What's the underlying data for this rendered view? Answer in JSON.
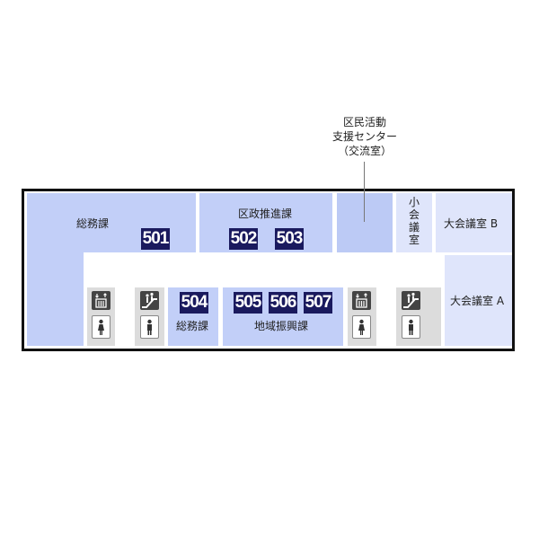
{
  "callout": {
    "line1": "区民活動",
    "line2": "支援センター",
    "line3": "（交流室）"
  },
  "rooms": {
    "soumu_top": "総務課",
    "kusei": "区政推進課",
    "small_meeting": "小\n会\n議\n室",
    "small_meeting_chars": [
      "小",
      "会",
      "議",
      "室"
    ],
    "large_b": "大会議室 B",
    "large_a": "大会議室 A",
    "soumu_504": "総務課",
    "chiiki": "地域振興課"
  },
  "numbers": [
    "501",
    "502",
    "503",
    "504",
    "505",
    "506",
    "507"
  ],
  "icons": [
    "elevator-icon",
    "escalator-icon",
    "womens-restroom-icon",
    "mens-restroom-icon"
  ],
  "colors": {
    "room": "#c2cff8",
    "light_room": "#dfe5fb",
    "number_badge": "#1a1a5e",
    "facility": "#dcdcdc"
  }
}
